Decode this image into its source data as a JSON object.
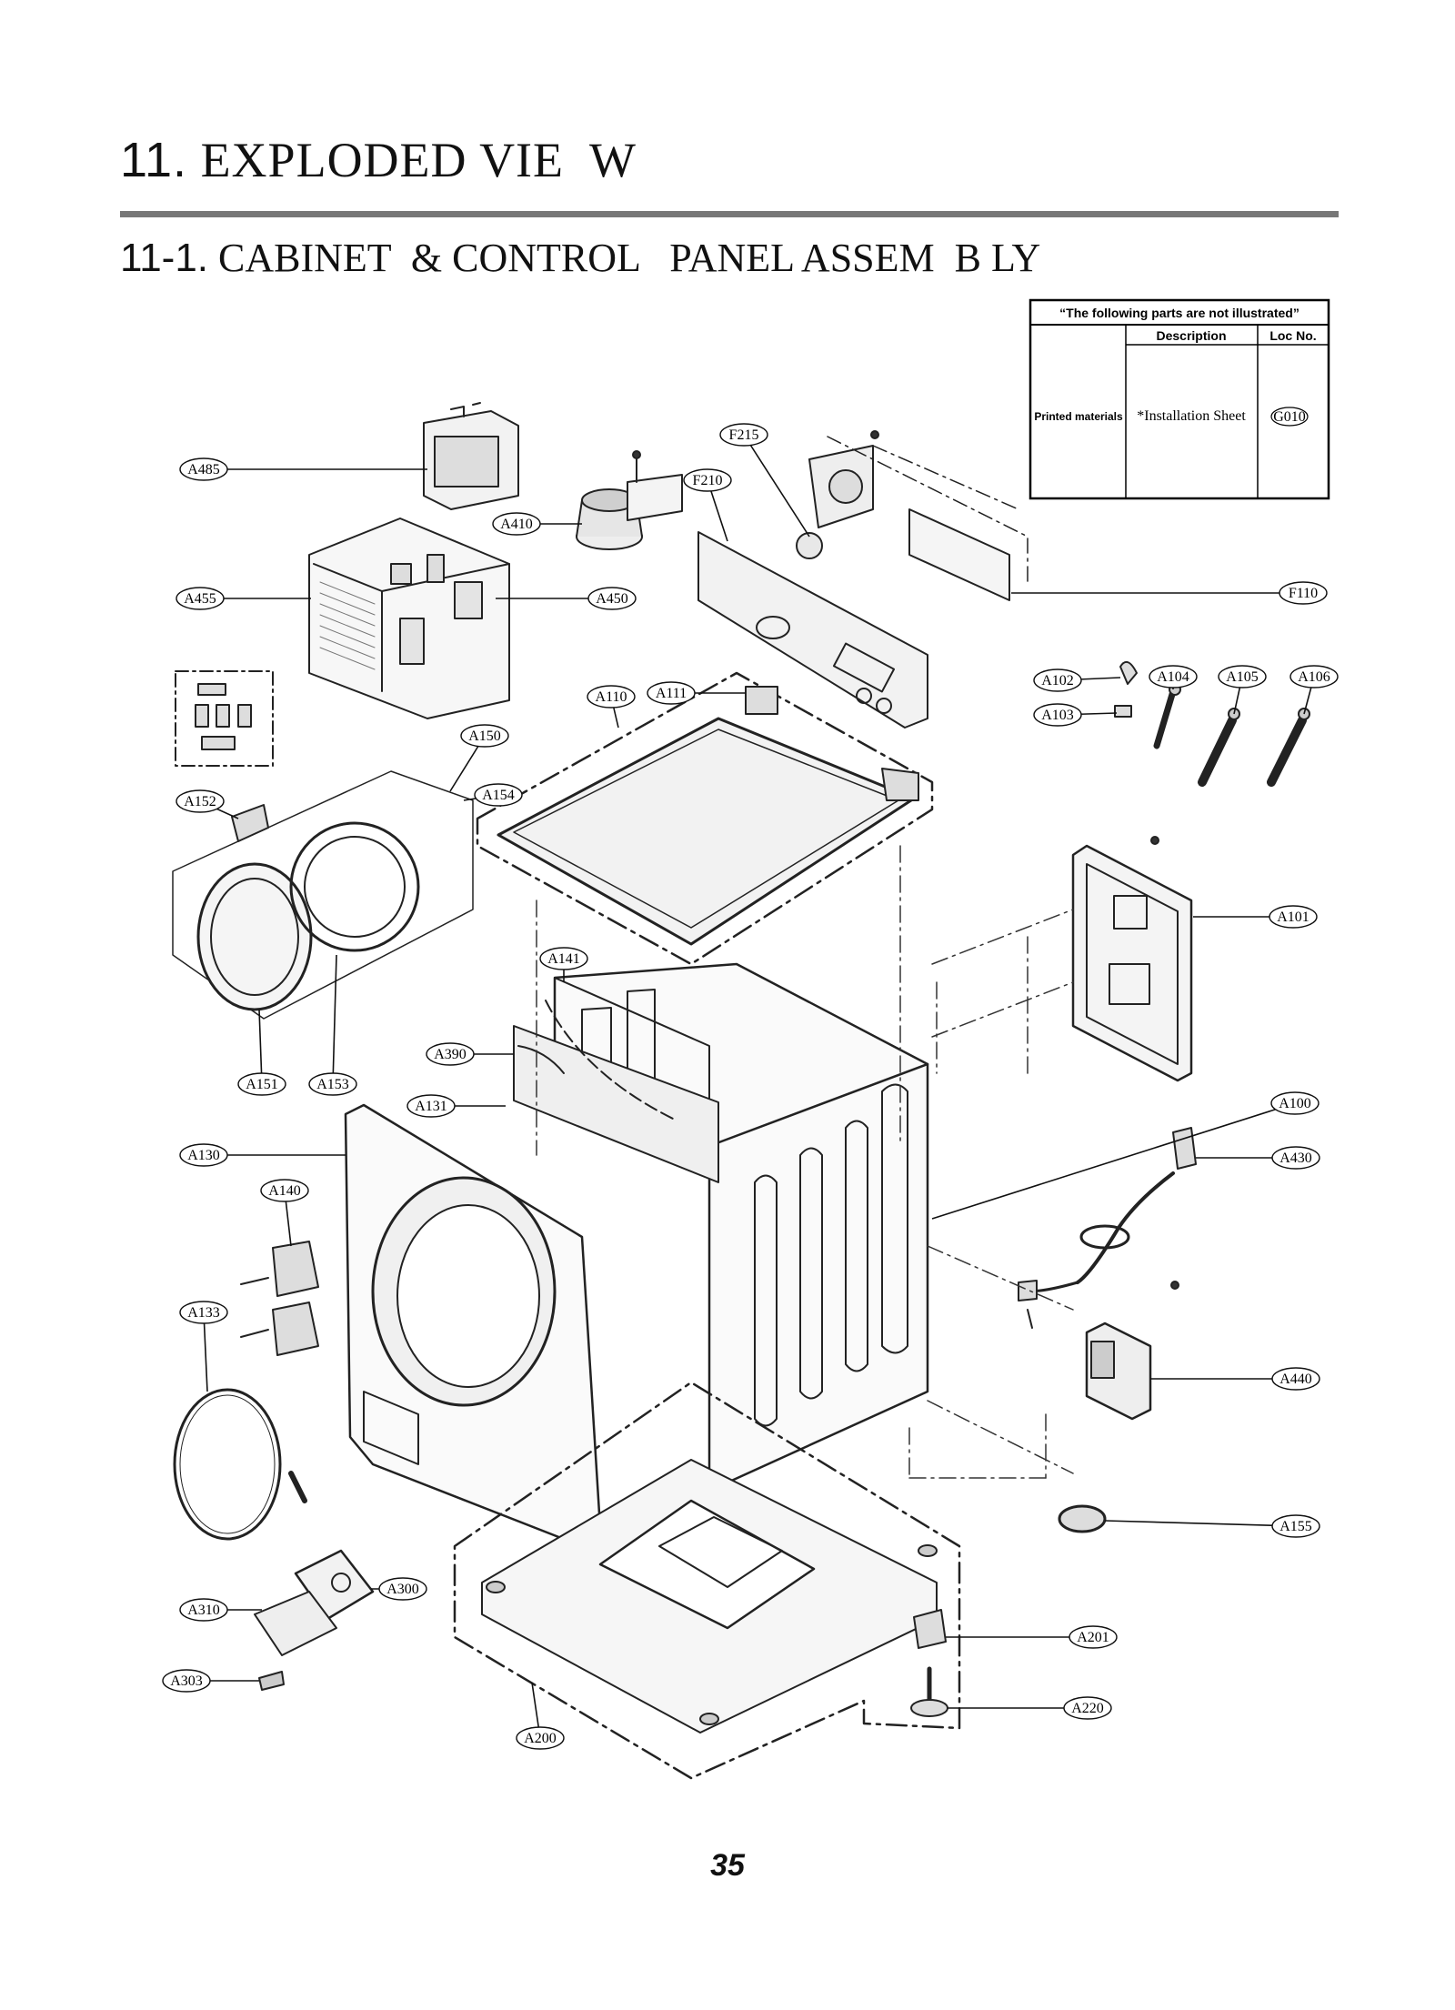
{
  "header": {
    "section_number": "11.",
    "section_title": "EXPLODED VIE  W",
    "subsection_number": "11-1.",
    "subsection_title": "CABINET  & CONTROL   PANEL ASSEM  B LY"
  },
  "parts_table": {
    "caption": "“The following parts are not illustrated”",
    "col_description": "Description",
    "col_loc": "Loc No.",
    "group": "Printed materials",
    "description": "*Installation Sheet",
    "loc_no": "G010"
  },
  "part_labels": [
    {
      "id": "A485"
    },
    {
      "id": "A410"
    },
    {
      "id": "A455"
    },
    {
      "id": "A450"
    },
    {
      "id": "F215"
    },
    {
      "id": "F210"
    },
    {
      "id": "F110"
    },
    {
      "id": "A102"
    },
    {
      "id": "A103"
    },
    {
      "id": "A104"
    },
    {
      "id": "A105"
    },
    {
      "id": "A106"
    },
    {
      "id": "A110"
    },
    {
      "id": "A111"
    },
    {
      "id": "A150"
    },
    {
      "id": "A152"
    },
    {
      "id": "A154"
    },
    {
      "id": "A101"
    },
    {
      "id": "A141"
    },
    {
      "id": "A390"
    },
    {
      "id": "A151"
    },
    {
      "id": "A153"
    },
    {
      "id": "A131"
    },
    {
      "id": "A100"
    },
    {
      "id": "A130"
    },
    {
      "id": "A430"
    },
    {
      "id": "A140"
    },
    {
      "id": "A133"
    },
    {
      "id": "A440"
    },
    {
      "id": "A155"
    },
    {
      "id": "A300"
    },
    {
      "id": "A310"
    },
    {
      "id": "A303"
    },
    {
      "id": "A201"
    },
    {
      "id": "A220"
    },
    {
      "id": "A200"
    }
  ],
  "page_number": "35"
}
